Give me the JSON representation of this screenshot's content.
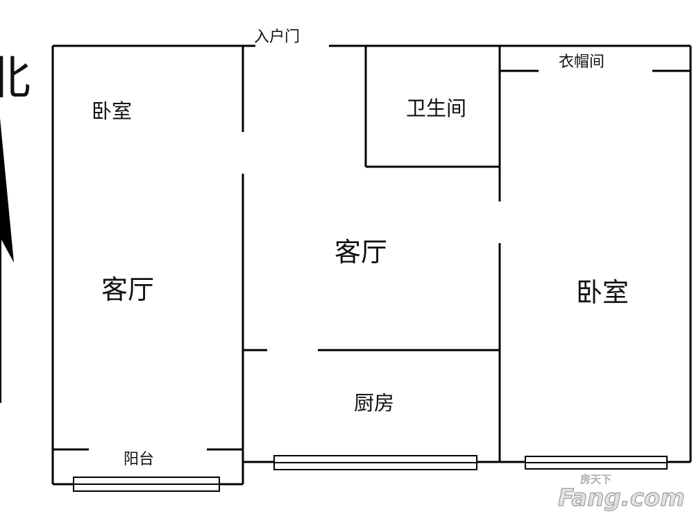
{
  "floorplan": {
    "rooms": {
      "bedroom_left": "卧室",
      "living_left": "客厅",
      "balcony": "阳台",
      "entrance": "入户门",
      "bathroom": "卫生间",
      "living_center": "客厅",
      "kitchen": "厨房",
      "closet": "衣帽间",
      "bedroom_right": "卧室"
    },
    "compass": {
      "label": "北"
    },
    "watermark": {
      "cn": "房天下",
      "en": "Fang.com"
    }
  }
}
